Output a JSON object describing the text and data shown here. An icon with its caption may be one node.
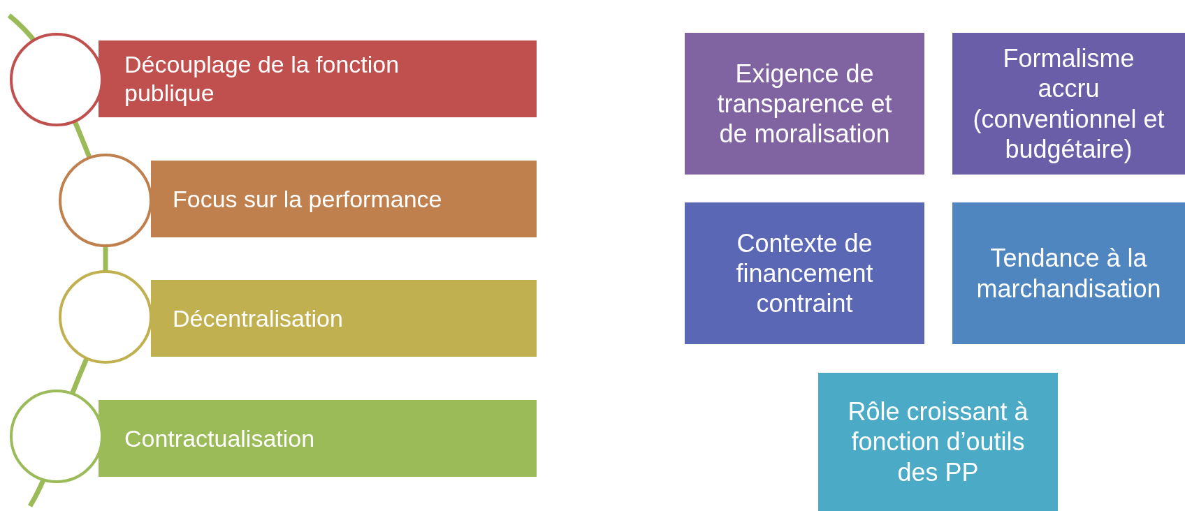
{
  "diagram": {
    "nodes": [
      {
        "text": [
          "Découplage de la fonction publique"
        ]
      },
      {
        "text": [
          "Focus sur la performance"
        ]
      },
      {
        "text": [
          "Décentralisation"
        ]
      },
      {
        "text": [
          "Contractualisation"
        ]
      },
      {
        "text": [
          "Exigence de transparence et de moralisation"
        ]
      },
      {
        "text": [
          "Formalisme accru (conventionnel et budgétaire)"
        ]
      },
      {
        "text": [
          "Contexte de financement contraint"
        ]
      },
      {
        "text": [
          "Tendance à la marchandisation"
        ]
      },
      {
        "text": [
          "Rôle croissant à fonction d’outils des PP"
        ]
      }
    ]
  }
}
